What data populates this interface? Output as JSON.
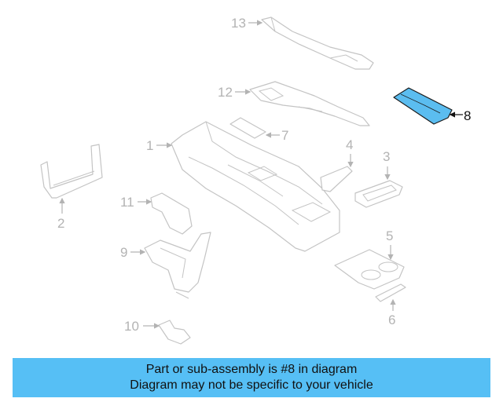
{
  "callouts": {
    "p1": "1",
    "p2": "2",
    "p3": "3",
    "p4": "4",
    "p5": "5",
    "p6": "6",
    "p7": "7",
    "p8": "8",
    "p9": "9",
    "p10": "10",
    "p11": "11",
    "p12": "12",
    "p13": "13"
  },
  "highlighted_part": "8",
  "colors": {
    "highlight": "#5bbdf0",
    "banner": "#56bff5",
    "line": "#c4c4c4"
  },
  "banner": {
    "line1": "Part or sub-assembly is #8 in diagram",
    "line2": "Diagram may not be specific to your vehicle"
  }
}
